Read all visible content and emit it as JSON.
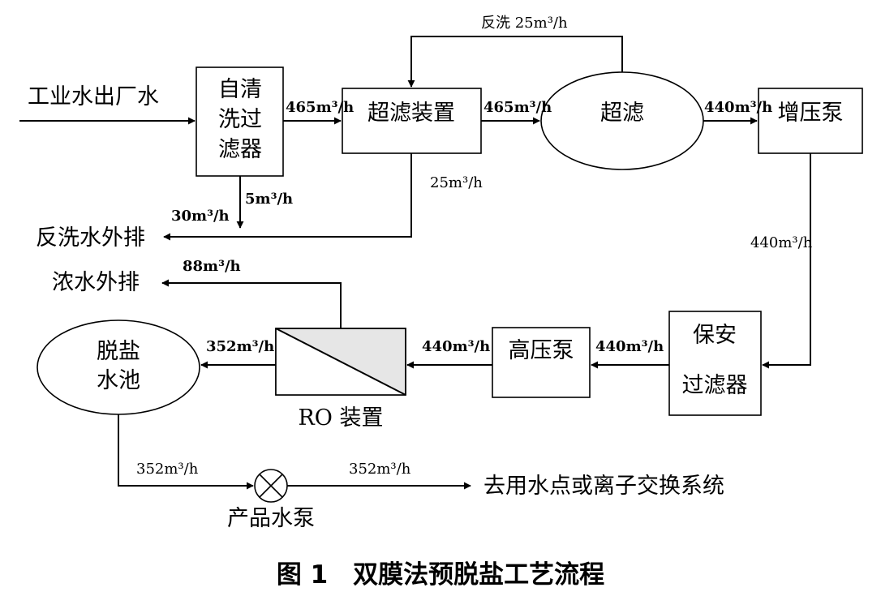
{
  "nodes": {
    "source": "工业水出厂水",
    "self_clean_filter": [
      "自清",
      "洗过",
      "滤器"
    ],
    "uf_device": "超滤装置",
    "uf": "超滤",
    "booster_pump": "增压泵",
    "security_filter": [
      "保安",
      "过滤器"
    ],
    "hp_pump": "高压泵",
    "ro_device": "RO 装置",
    "desalt_tank": [
      "脱盐",
      "水池"
    ],
    "product_pump": "产品水泵",
    "backwash_drain": "反洗水外排",
    "concentrate_drain": "浓水外排",
    "destination": "去用水点或离子交换系统"
  },
  "flows": {
    "backwash_top": "反洗 25m³/h",
    "f_465_a": "465m³/h",
    "f_465_b": "465m³/h",
    "f_440_a": "440m³/h",
    "f_25": "25m³/h",
    "f_5": "5m³/h",
    "f_30": "30m³/h",
    "f_440_b": "440m³/h",
    "f_88": "88m³/h",
    "f_352_a": "352m³/h",
    "f_440_c": "440m³/h",
    "f_440_d": "440m³/h",
    "f_352_b": "352m³/h",
    "f_352_c": "352m³/h"
  },
  "caption": "图 1　双膜法预脱盐工艺流程"
}
